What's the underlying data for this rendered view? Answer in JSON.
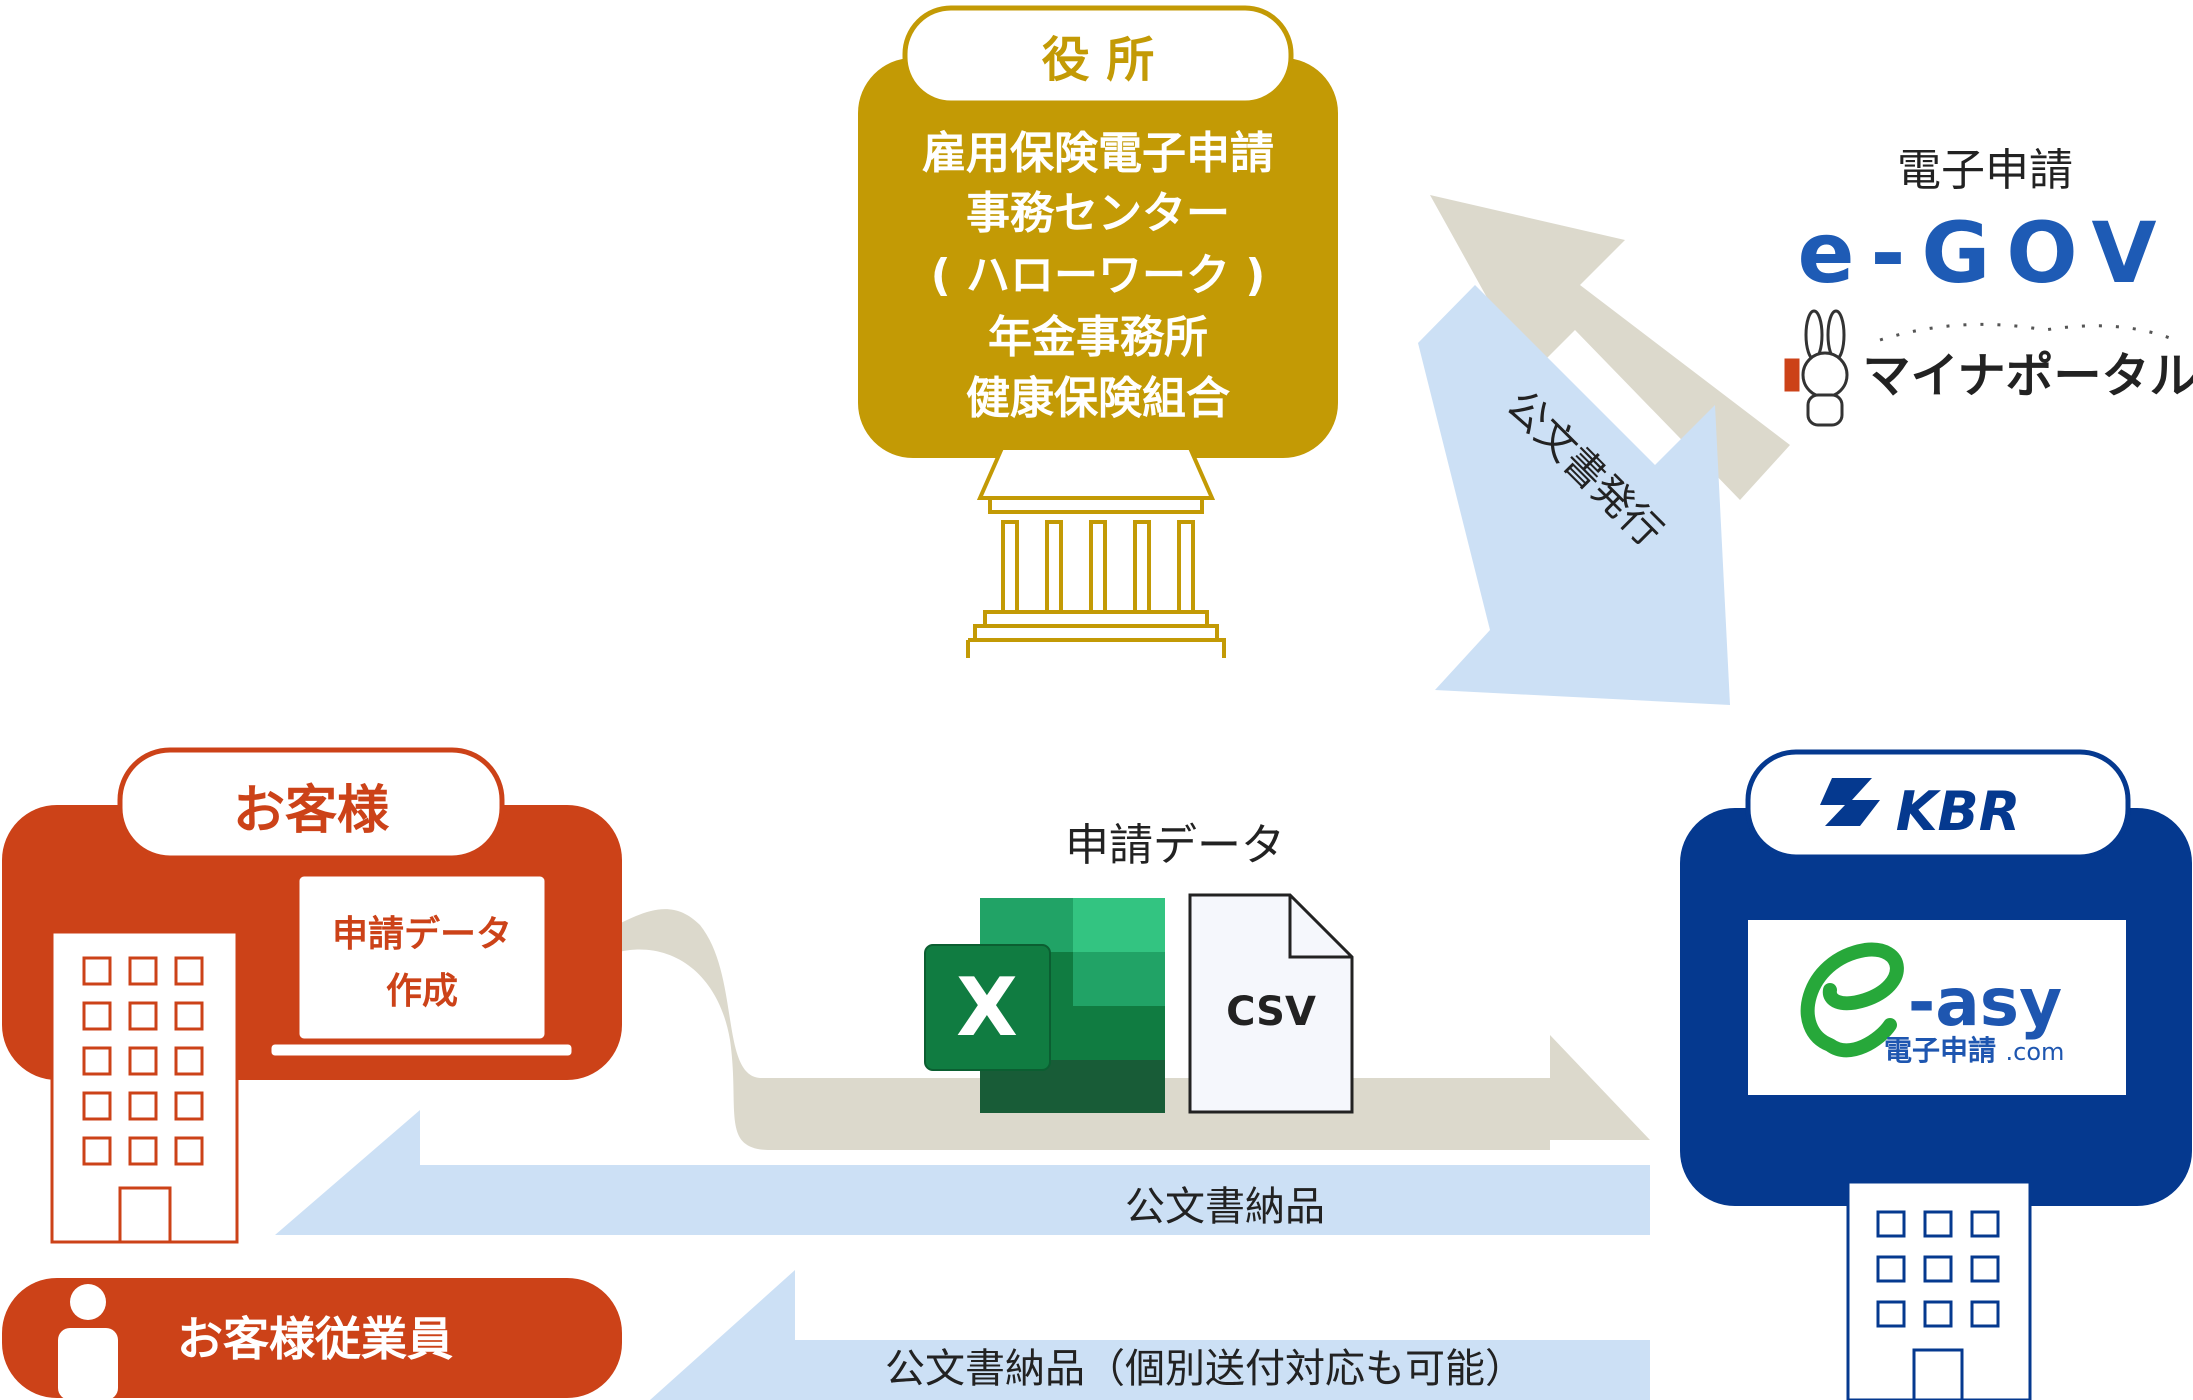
{
  "office": {
    "title": "役 所",
    "lines": [
      "雇用保険電子申請",
      "事務センター",
      "( ハローワーク )",
      "年金事務所",
      "健康保険組合"
    ]
  },
  "egov": {
    "heading": "電子申請",
    "logo_text": "e-GOV",
    "portal_text": "マイナポータル"
  },
  "flows": {
    "issue": "公文書発行",
    "application_data": "申請データ",
    "delivery": "公文書納品",
    "delivery_individual": "公文書納品（個別送付対応も可能）"
  },
  "files": {
    "excel_letter": "X",
    "csv_label": "CSV"
  },
  "customer": {
    "title": "お客様",
    "laptop_line1": "申請データ",
    "laptop_line2": "作成",
    "employee_label": "お客様従業員"
  },
  "kbr": {
    "logo_text": "KBR",
    "easy_text": "-asy",
    "easy_sub": "電子申請",
    "easy_com": ".com"
  },
  "colors": {
    "office_gold": "#C39A05",
    "customer_red": "#CC4218",
    "kbr_blue": "#05398F",
    "arrow_beige": "#DCD9CC",
    "arrow_lightblue": "#CCE0F5",
    "egov_blue": "#1E5BB5"
  }
}
